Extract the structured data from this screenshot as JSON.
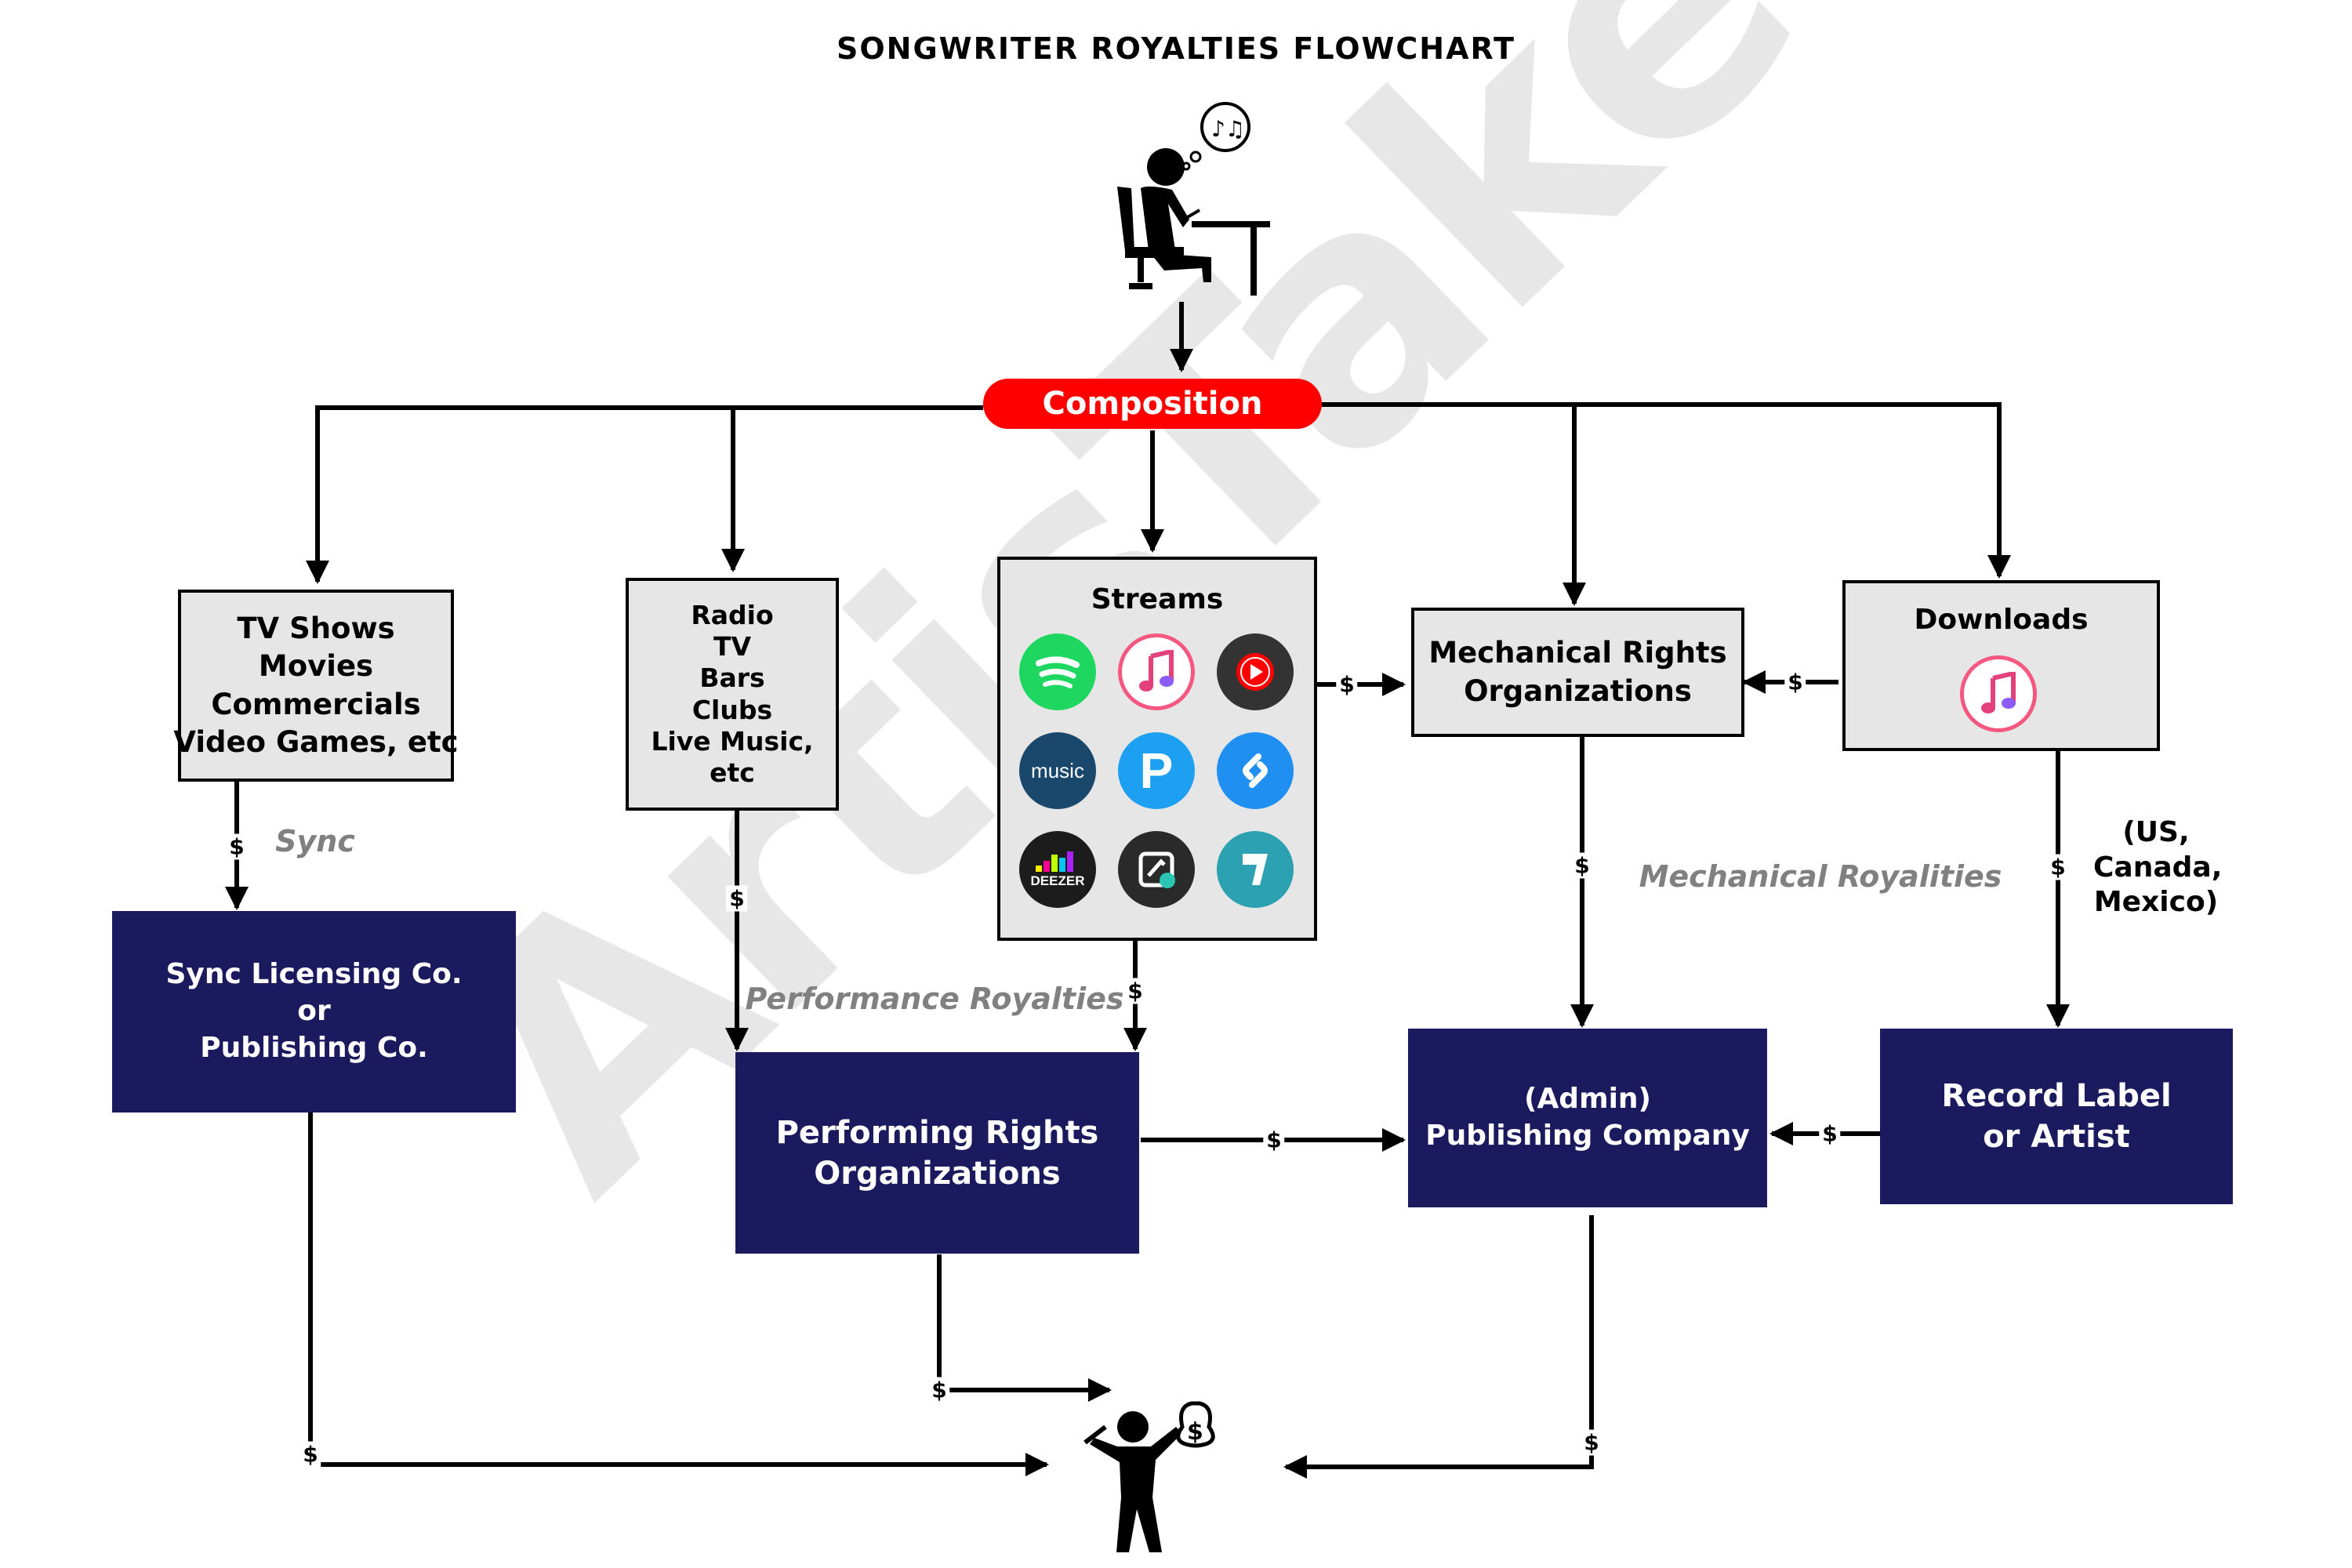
{
  "title": "SONGWRITER ROYALTIES FLOWCHART",
  "watermark": "ArtisTake",
  "composition": "Composition",
  "sources": {
    "sync": [
      "TV Shows",
      "Movies",
      "Commercials",
      "Video Games, etc"
    ],
    "radio": [
      "Radio",
      "TV",
      "Bars",
      "Clubs",
      "Live Music,",
      "etc"
    ],
    "streams": "Streams",
    "mro": [
      "Mechanical Rights",
      "Organizations"
    ],
    "downloads": "Downloads"
  },
  "stream_apps": [
    "spotify-icon",
    "apple-music-icon",
    "youtube-music-icon",
    "amazon-music-icon",
    "pandora-icon",
    "shazam-icon",
    "deezer-icon",
    "saavn-icon",
    "napster-icon"
  ],
  "amazon_label": "music",
  "deezer_label": "DEEZER",
  "pandora_letter": "P",
  "recipients": {
    "sync_co": [
      "Sync Licensing Co.",
      "or",
      "Publishing Co."
    ],
    "pro": [
      "Performing Rights",
      "Organizations"
    ],
    "admin_pub": [
      "(Admin)",
      "Publishing Company"
    ],
    "label": [
      "Record Label",
      "or Artist"
    ]
  },
  "labels": {
    "sync": "Sync",
    "performance": "Performance Royalties",
    "mechanical": "Mechanical Royalities",
    "region": [
      "(US,",
      "Canada,",
      "Mexico)"
    ]
  },
  "dollar": "$",
  "colors": {
    "composition": "#ff0000",
    "navy": "#1c1a5e",
    "gray_box": "#e6e6e6",
    "italic_label": "#808080"
  }
}
